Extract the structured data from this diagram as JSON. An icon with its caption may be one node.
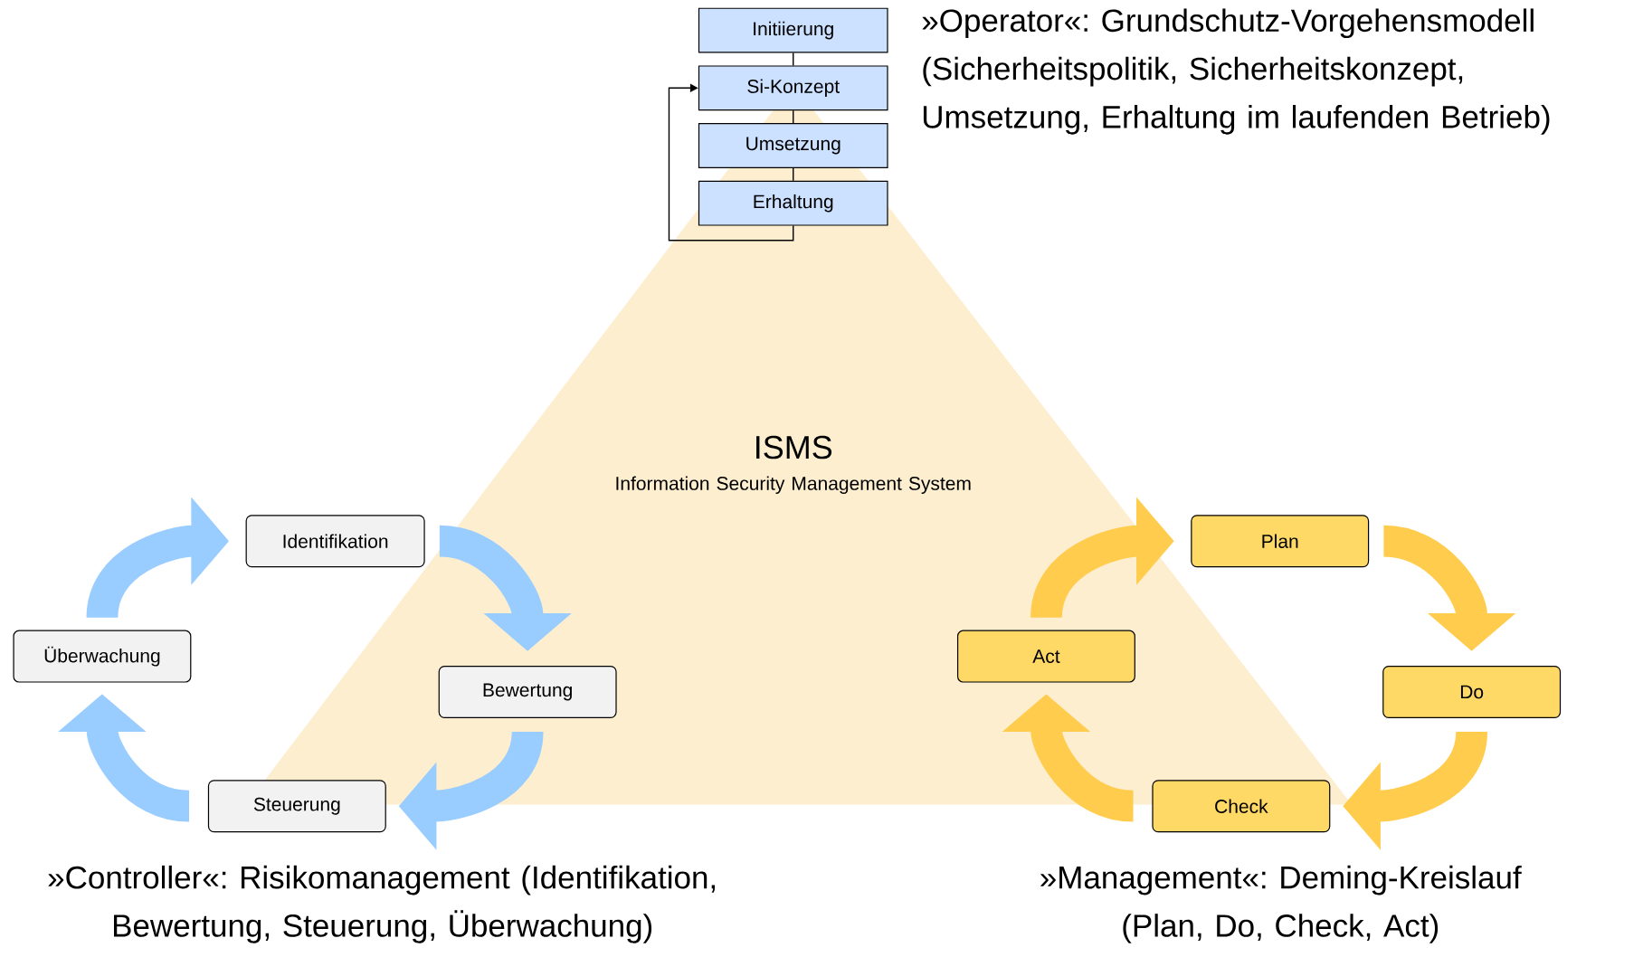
{
  "diagram": {
    "nodes": [
      {
        "text": [
          "Initiierung"
        ]
      },
      {
        "text": [
          "Si-Konzept"
        ]
      },
      {
        "text": [
          "Umsetzung"
        ]
      },
      {
        "text": [
          "Erhaltung"
        ]
      },
      {
        "text": [
          "Identifikation"
        ]
      },
      {
        "text": [
          "Bewertung"
        ]
      },
      {
        "text": [
          "Steuerung"
        ]
      },
      {
        "text": [
          "Überwachung"
        ]
      },
      {
        "text": [
          "Plan"
        ]
      },
      {
        "text": [
          "Do"
        ]
      },
      {
        "text": [
          "Check"
        ]
      },
      {
        "text": [
          "Act"
        ]
      }
    ],
    "edges": [
      {
        "from": 0,
        "to": 1,
        "arrow": "none"
      },
      {
        "from": 1,
        "to": 2,
        "arrow": "none"
      },
      {
        "from": 2,
        "to": 3,
        "arrow": "none"
      },
      {
        "from": 3,
        "to": 1,
        "arrow": "to"
      },
      {
        "from": 4,
        "to": 5,
        "arrow": "to",
        "color": "#99ccff"
      },
      {
        "from": 5,
        "to": 6,
        "arrow": "to",
        "color": "#99ccff"
      },
      {
        "from": 6,
        "to": 7,
        "arrow": "to",
        "color": "#99ccff"
      },
      {
        "from": 7,
        "to": 4,
        "arrow": "to",
        "color": "#99ccff"
      },
      {
        "from": 8,
        "to": 9,
        "arrow": "to",
        "color": "#ffcc4d"
      },
      {
        "from": 9,
        "to": 10,
        "arrow": "to",
        "color": "#ffcc4d"
      },
      {
        "from": 10,
        "to": 11,
        "arrow": "to",
        "color": "#ffcc4d"
      },
      {
        "from": 11,
        "to": 8,
        "arrow": "to",
        "color": "#ffcc4d"
      }
    ],
    "labels": [
      "»Operator«: Grundschutz-Vorgehensmodell (Sicherheitspolitik, Sicherheitskonzept, Umsetzung, Erhaltung im laufenden Betrieb)",
      "ISMS",
      "Information Security Management System",
      "»Controller«: Risikomanagement (Identifikation, Bewertung, Steuerung, Überwachung)",
      "»Management«: Deming-Kreislauf (Plan, Do, Check, Act)"
    ]
  }
}
